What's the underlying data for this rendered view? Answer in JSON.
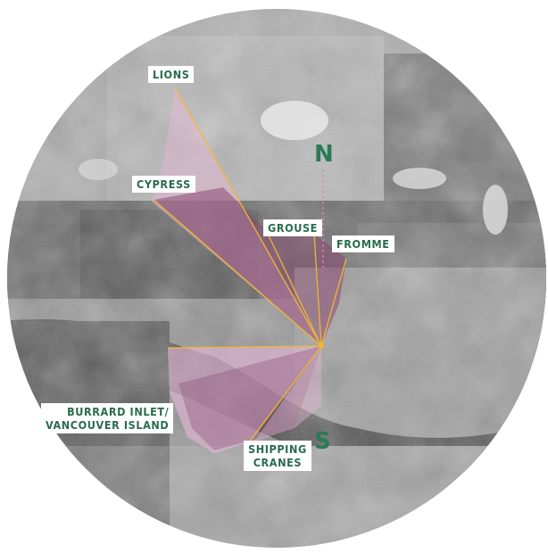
{
  "map": {
    "view_labels": {
      "lions": "LIONS",
      "cypress": "CYPRESS",
      "grouse": "GROUSE",
      "fromme": "FROMME",
      "burrard": "BURRARD INLET/\nVANCOUVER ISLAND",
      "shipping": "SHIPPING\nCRANES"
    },
    "compass": {
      "north": "N",
      "south": "S"
    },
    "colors": {
      "sector_dark": "#8a4a72",
      "sector_light": "#e8b8d8",
      "sight_line": "#f2b632",
      "label_text": "#2a6b4f",
      "compass": "#2a7a56"
    }
  }
}
